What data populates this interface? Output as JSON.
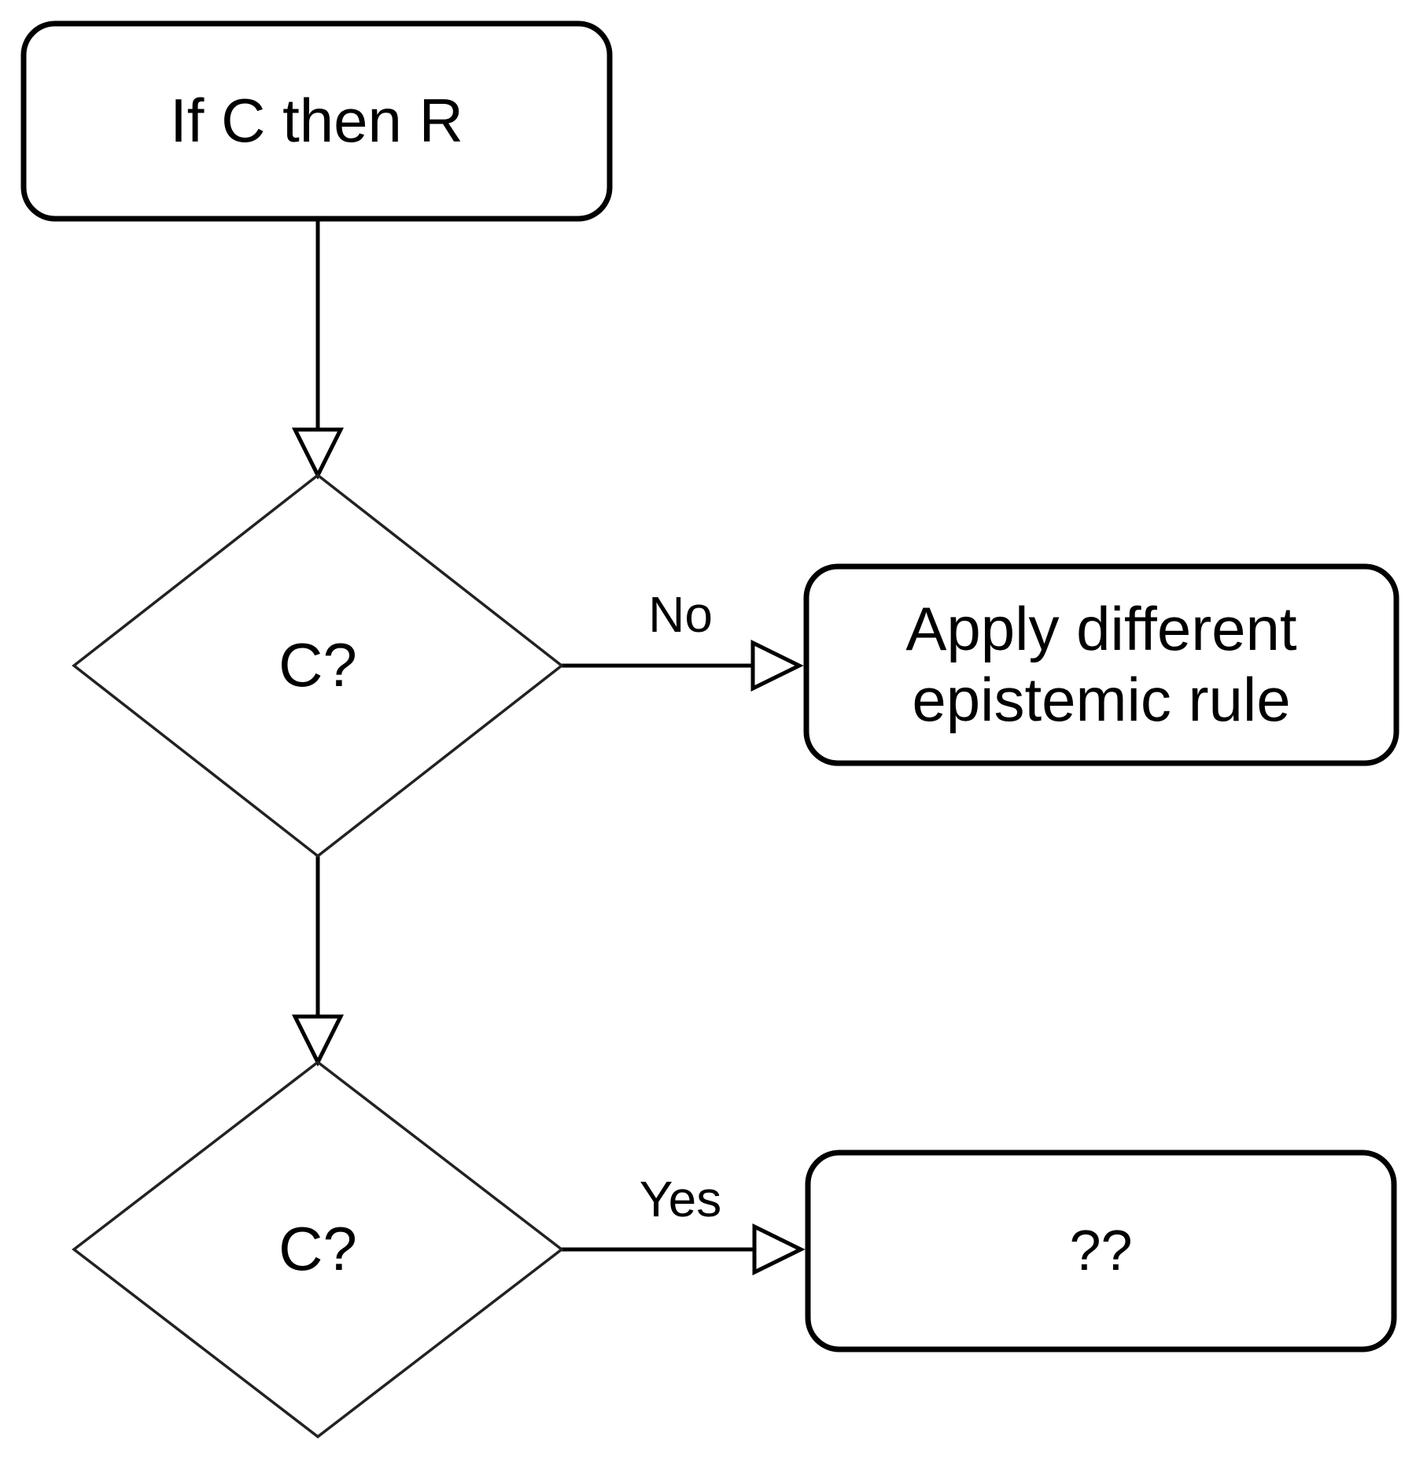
{
  "flowchart": {
    "colors": {
      "background": "#ffffff",
      "stroke": "#000000",
      "diamond_stroke": "#222222",
      "text": "#000000"
    },
    "nodes": {
      "start": {
        "label": "If C then R"
      },
      "decision1": {
        "label": "C?"
      },
      "apply_rule": {
        "line1": "Apply different",
        "line2": "epistemic rule"
      },
      "decision2": {
        "label": "C?"
      },
      "unknown": {
        "label": "??"
      }
    },
    "edges": {
      "no": {
        "label": "No"
      },
      "yes": {
        "label": "Yes"
      }
    }
  }
}
